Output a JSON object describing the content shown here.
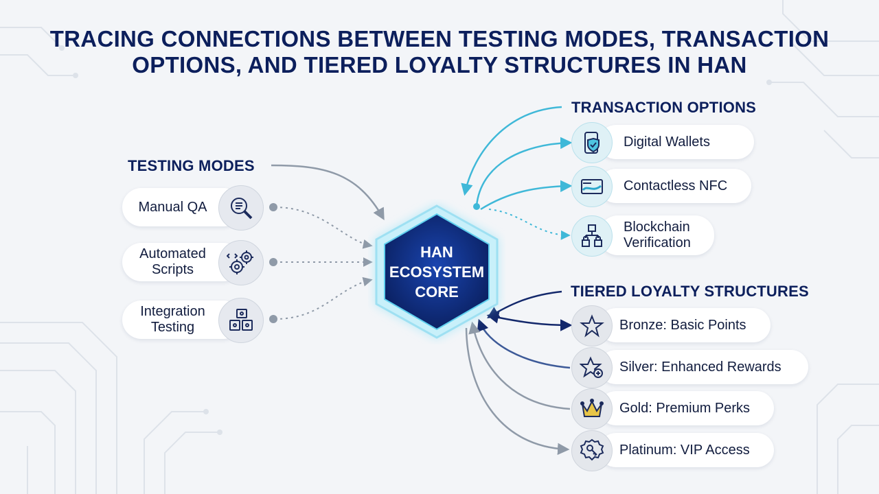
{
  "title": {
    "line1": "TRACING CONNECTIONS BETWEEN TESTING MODES, TRANSACTION",
    "line2": "OPTIONS, AND TIERED LOYALTY STRUCTURES IN HAN"
  },
  "core": {
    "line1": "HAN",
    "line2": "ECOSYSTEM",
    "line3": "CORE"
  },
  "testing": {
    "heading": "TESTING MODES",
    "items": [
      {
        "line1": "Manual QA",
        "line2": "",
        "icon": "magnifier-checklist-icon"
      },
      {
        "line1": "Automated",
        "line2": "Scripts",
        "icon": "code-gears-icon"
      },
      {
        "line1": "Integration",
        "line2": "Testing",
        "icon": "puzzle-pieces-icon"
      }
    ]
  },
  "transaction": {
    "heading": "TRANSACTION OPTIONS",
    "items": [
      {
        "line1": "Digital Wallets",
        "line2": "",
        "icon": "phone-shield-icon"
      },
      {
        "line1": "Contactless NFC",
        "line2": "",
        "icon": "nfc-card-icon"
      },
      {
        "line1": "Blockchain",
        "line2": "Verification",
        "icon": "blockchain-locks-icon"
      }
    ]
  },
  "loyalty": {
    "heading": "TIERED LOYALTY STRUCTURES",
    "items": [
      {
        "line1": "Bronze: Basic Points",
        "icon": "star-icon"
      },
      {
        "line1": "Silver: Enhanced Rewards",
        "icon": "star-badge-icon"
      },
      {
        "line1": "Gold: Premium Perks",
        "icon": "crown-icon"
      },
      {
        "line1": "Platinum: VIP Access",
        "icon": "key-seal-icon"
      }
    ]
  },
  "colors": {
    "title": "#0c1f5c",
    "core": "#0f2b7a",
    "core_glow": "#7fd8f0",
    "transaction_lines": "#3fb8d8",
    "loyalty_lines": "#13286b",
    "testing_lines": "#8f9aa8"
  }
}
